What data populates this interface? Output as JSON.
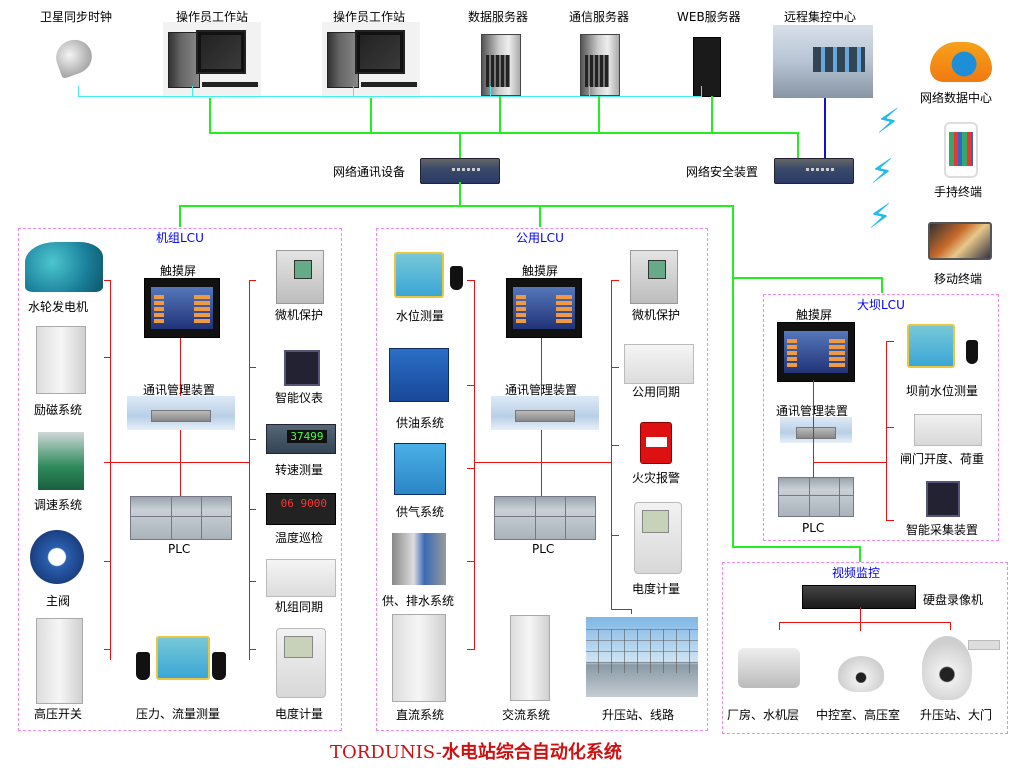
{
  "title": {
    "prefix": "TORDUNIS-",
    "text": "水电站综合自动化系统"
  },
  "top_devices": [
    {
      "label": "卫星同步时钟",
      "icon": "satellite-dish-icon"
    },
    {
      "label": "操作员工作站",
      "icon": "workstation-icon"
    },
    {
      "label": "操作员工作站",
      "icon": "workstation-icon"
    },
    {
      "label": "数据服务器",
      "icon": "server-icon"
    },
    {
      "label": "通信服务器",
      "icon": "server-icon"
    },
    {
      "label": "WEB服务器",
      "icon": "server-icon"
    },
    {
      "label": "远程集控中心",
      "icon": "control-room-icon"
    }
  ],
  "network": {
    "comm_device": "网络通讯设备",
    "security_device": "网络安全装置"
  },
  "remote": [
    {
      "label": "网络数据中心",
      "icon": "cloud-icon"
    },
    {
      "label": "手持终端",
      "icon": "phone-icon"
    },
    {
      "label": "移动终端",
      "icon": "laptop-icon"
    }
  ],
  "unit_lcu": {
    "title": "机组LCU",
    "touch": "触摸屏",
    "comm": "通讯管理装置",
    "plc": "PLC",
    "left": [
      "水轮发电机",
      "励磁系统",
      "调速系统",
      "主阀",
      "高压开关"
    ],
    "right": [
      "微机保护",
      "智能仪表",
      "转速测量",
      "温度巡检",
      "机组同期",
      "电度计量"
    ],
    "bottom": "压力、流量测量"
  },
  "public_lcu": {
    "title": "公用LCU",
    "touch": "触摸屏",
    "comm": "通讯管理装置",
    "plc": "PLC",
    "left": [
      "水位测量",
      "供油系统",
      "供气系统",
      "供、排水系统",
      "直流系统"
    ],
    "right": [
      "微机保护",
      "公用同期",
      "火灾报警",
      "电度计量"
    ],
    "bottom": [
      "交流系统",
      "升压站、线路"
    ]
  },
  "dam_lcu": {
    "title": "大坝LCU",
    "touch": "触摸屏",
    "comm": "通讯管理装置",
    "plc": "PLC",
    "right": [
      "坝前水位测量",
      "闸门开度、荷重",
      "智能采集装置"
    ]
  },
  "video": {
    "title": "视频监控",
    "dvr": "硬盘录像机",
    "cameras": [
      "厂房、水机层",
      "中控室、高压室",
      "升压站、大门"
    ]
  },
  "colors": {
    "ethernet": "#22ee22",
    "sync": "#44eeee",
    "field_bus": "#ee1111",
    "remote_link": "#1111cc",
    "group_title": "#0000ee",
    "title": "#d01010"
  }
}
